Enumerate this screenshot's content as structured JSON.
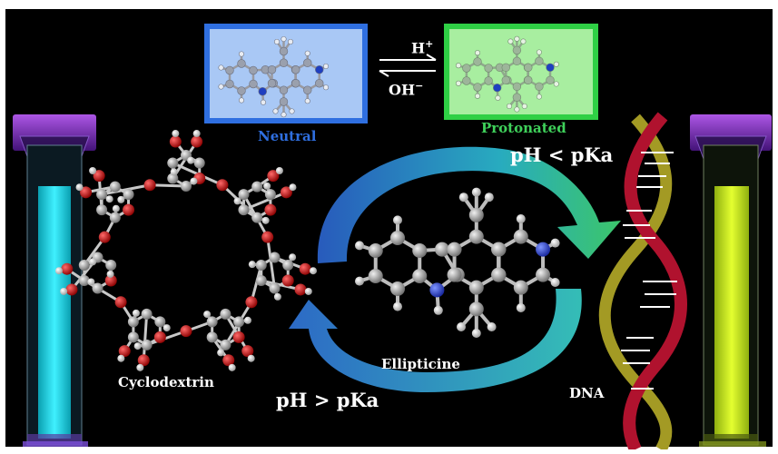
{
  "labels": {
    "neutral": "Neutral",
    "protonated": "Protonated",
    "h_plus_base": "H",
    "h_plus_sup": "+",
    "oh_minus_base": "OH",
    "oh_minus_sup": "−",
    "ph_less": "pH < pKa",
    "ph_greater": "pH > pKa",
    "cyclodextrin": "Cyclodextrin",
    "ellipticine": "Ellipticine",
    "dna": "DNA"
  },
  "colors": {
    "background": "#000000",
    "neutral_panel": "#a9c8f5",
    "neutral_border": "#2f6fe0",
    "protonated_panel": "#a8eea0",
    "protonated_border": "#2fd045",
    "carbon": "#a6a6a6",
    "nitrogen": "#2b4bd6",
    "oxygen": "#d41c1c",
    "hydrogen": "#f2f2f2",
    "arrow_blue": "#2f6fd0",
    "arrow_teal": "#37c7c0",
    "arrow_green": "#3fd070",
    "dna_red": "#b0122e",
    "dna_gold": "#a39a24",
    "cuvette_cyan": "#18d6e8",
    "cuvette_yellow": "#c8e820",
    "cap_purple": "#7a2fc8"
  },
  "icons": [
    "left-cuvette-icon",
    "right-cuvette-icon",
    "cyclodextrin-molecule-icon",
    "ellipticine-molecule-icon",
    "dna-helix-icon",
    "equilibrium-arrows-icon"
  ]
}
